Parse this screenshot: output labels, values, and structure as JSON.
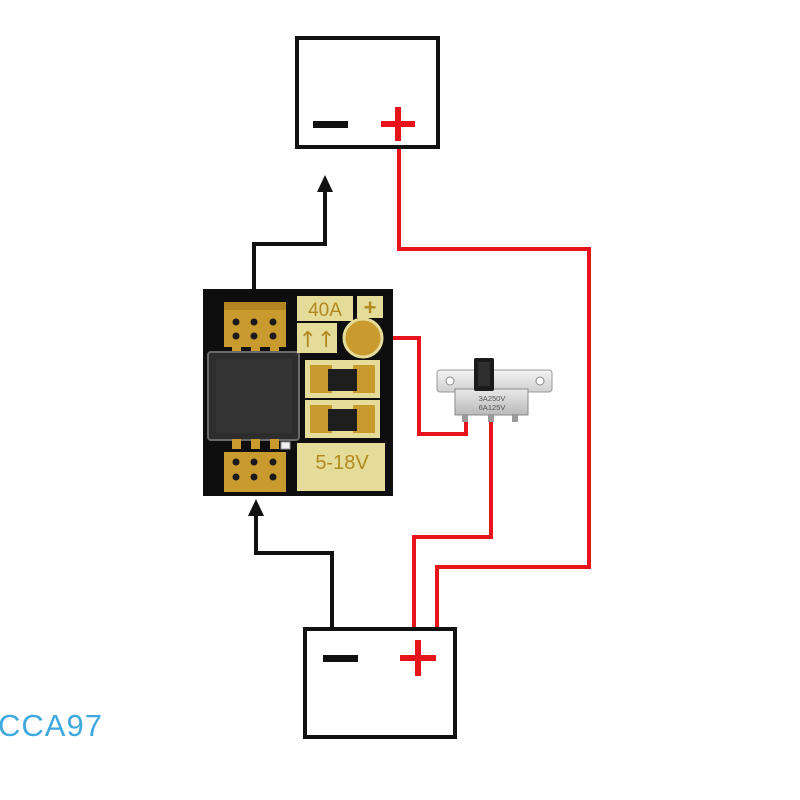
{
  "diagram": {
    "load": {
      "minus": "−",
      "plus": "+"
    },
    "battery": {
      "minus": "−",
      "plus": "+"
    },
    "board": {
      "current_label": "40A",
      "arrows_label": "↑↑",
      "plus_label": "+",
      "voltage_label": "5-18V"
    },
    "switch": {
      "rating_line1": "3A250V",
      "rating_line2": "6A125V"
    }
  },
  "watermark": "CCA97",
  "colors": {
    "wire_black": "#111111",
    "wire_red": "#e8141b",
    "terminal_plus": "#e8141b",
    "pcb": "#0e0e0e",
    "pad_gold": "#c99a2e",
    "silk_yellow": "#e5dc9a",
    "watermark": "#3fa9dd"
  }
}
